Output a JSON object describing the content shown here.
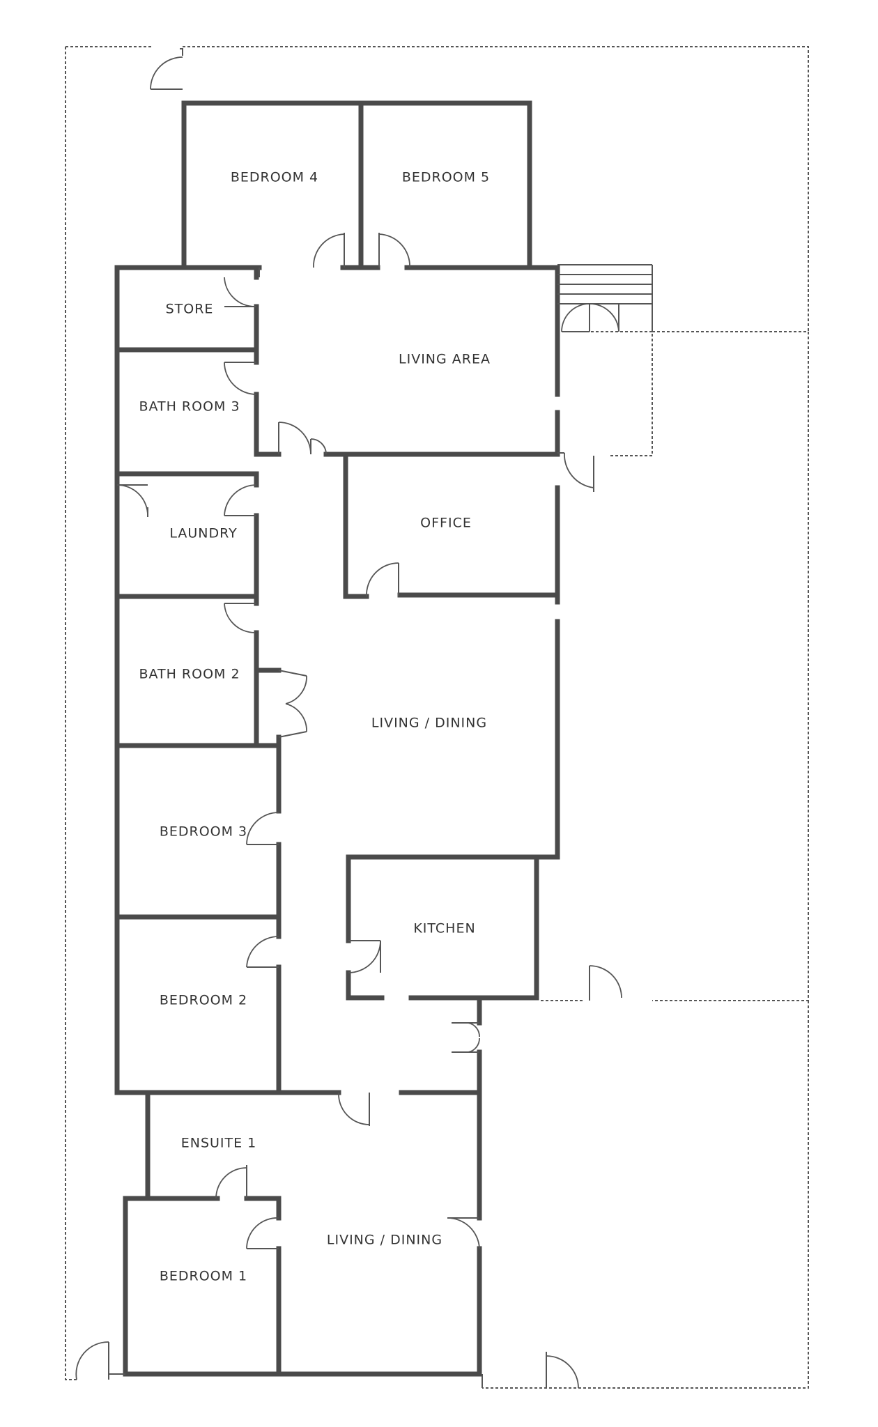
{
  "rooms": {
    "bedroom_4": "BEDROOM 4",
    "bedroom_5": "BEDROOM 5",
    "store": "STORE",
    "living_area": "LIVING AREA",
    "bath_room_3": "BATH ROOM 3",
    "laundry": "LAUNDRY",
    "office": "OFFICE",
    "bath_room_2": "BATH ROOM 2",
    "living_dining_main": "LIVING / DINING",
    "bedroom_3": "BEDROOM 3",
    "kitchen": "KITCHEN",
    "bedroom_2": "BEDROOM 2",
    "ensuite_1": "ENSUITE 1",
    "living_dining_unit": "LIVING / DINING",
    "bedroom_1": "BEDROOM 1"
  },
  "colors": {
    "wall": "#4a4a4a",
    "line": "#555555",
    "label": "#333333",
    "background": "#ffffff"
  }
}
